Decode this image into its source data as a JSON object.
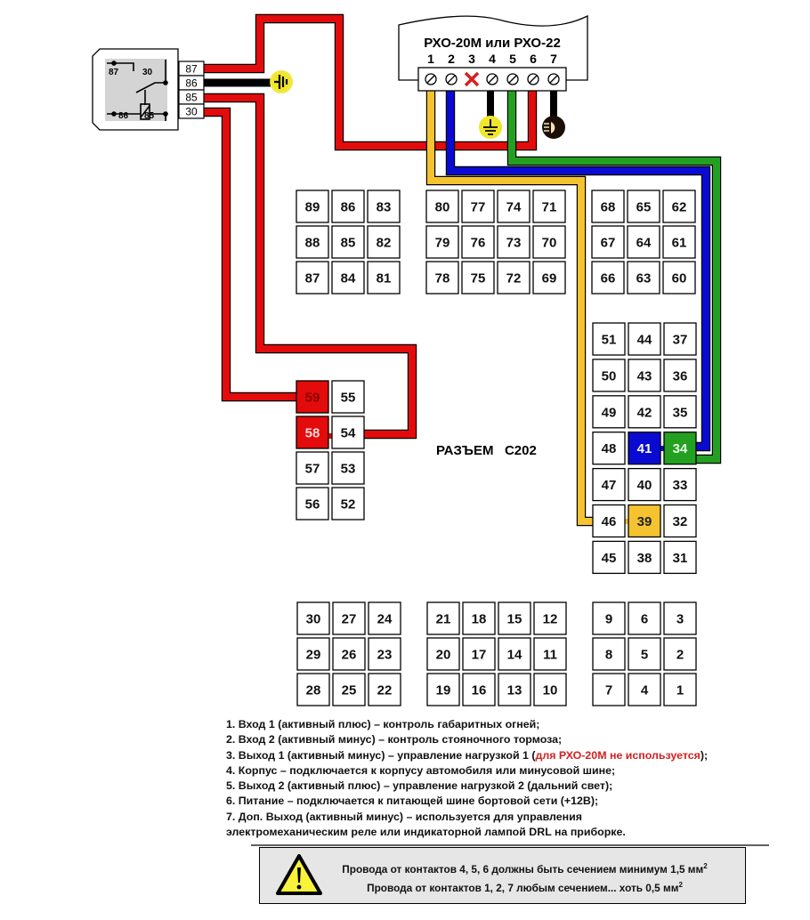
{
  "colors": {
    "wire_red": "#e30b0b",
    "wire_black": "#000000",
    "wire_yellow": "#f5c330",
    "wire_blue": "#0a0ad2",
    "wire_green": "#24a020",
    "ground_badge": "#f0e62a",
    "relay_inner": "#d4d4d4",
    "warning_bg": "#e6e6e6",
    "warning_triangle": "#f7f23a",
    "note_red": "#d42020"
  },
  "module": {
    "title": "РХО-20М или РХО-22",
    "terminals": [
      {
        "number": "1",
        "wire": "yellow",
        "state": "screw"
      },
      {
        "number": "2",
        "wire": "blue",
        "state": "screw"
      },
      {
        "number": "3",
        "wire": "none",
        "state": "crossed-out"
      },
      {
        "number": "4",
        "wire": "black",
        "state": "screw",
        "to": "ground-icon"
      },
      {
        "number": "5",
        "wire": "green",
        "state": "screw"
      },
      {
        "number": "6",
        "wire": "red",
        "state": "screw"
      },
      {
        "number": "7",
        "wire": "black",
        "state": "screw",
        "to": "drl-lamp-icon"
      }
    ]
  },
  "relay": {
    "inner_labels": [
      "87",
      "30",
      "86",
      "85"
    ],
    "pins": [
      "87",
      "86",
      "85",
      "30"
    ],
    "ground_on_pin": "86"
  },
  "connector": {
    "title": "РАЗЪЕМ   С202",
    "blocks": [
      {
        "id": "block-top-left",
        "rows": [
          [
            "89",
            "86",
            "83"
          ],
          [
            "88",
            "85",
            "82"
          ],
          [
            "87",
            "84",
            "81"
          ]
        ]
      },
      {
        "id": "block-top-mid",
        "rows": [
          [
            "80",
            "77",
            "74",
            "71"
          ],
          [
            "79",
            "76",
            "73",
            "70"
          ],
          [
            "78",
            "75",
            "72",
            "69"
          ]
        ]
      },
      {
        "id": "block-top-right",
        "rows": [
          [
            "68",
            "65",
            "62"
          ],
          [
            "67",
            "64",
            "61"
          ],
          [
            "66",
            "63",
            "60"
          ]
        ]
      },
      {
        "id": "block-mid-left",
        "rows": [
          [
            "59",
            "55"
          ],
          [
            "58",
            "54"
          ],
          [
            "57",
            "53"
          ],
          [
            "56",
            "52"
          ]
        ]
      },
      {
        "id": "block-mid-right",
        "rows": [
          [
            "51",
            "44",
            "37"
          ],
          [
            "50",
            "43",
            "36"
          ],
          [
            "49",
            "42",
            "35"
          ],
          [
            "48",
            "41",
            "34"
          ],
          [
            "47",
            "40",
            "33"
          ],
          [
            "46",
            "39",
            "32"
          ],
          [
            "45",
            "38",
            "31"
          ]
        ]
      },
      {
        "id": "block-bot-left",
        "rows": [
          [
            "30",
            "27",
            "24"
          ],
          [
            "29",
            "26",
            "23"
          ],
          [
            "28",
            "25",
            "22"
          ]
        ]
      },
      {
        "id": "block-bot-mid",
        "rows": [
          [
            "21",
            "18",
            "15",
            "12"
          ],
          [
            "20",
            "17",
            "14",
            "11"
          ],
          [
            "19",
            "16",
            "13",
            "10"
          ]
        ]
      },
      {
        "id": "block-bot-right",
        "rows": [
          [
            "9",
            "6",
            "3"
          ],
          [
            "8",
            "5",
            "2"
          ],
          [
            "7",
            "4",
            "1"
          ]
        ]
      }
    ],
    "highlighted": {
      "59": {
        "fill": "#e30b0b",
        "text": "#8a0000"
      },
      "58": {
        "fill": "#e30b0b",
        "text": "#ffd8d8"
      },
      "41": {
        "fill": "#0a0ad2",
        "text": "#ffffff"
      },
      "34": {
        "fill": "#24a020",
        "text": "#e8ffe8"
      },
      "39": {
        "fill": "#f5c330",
        "text": "#222222"
      }
    }
  },
  "legend": {
    "items": [
      {
        "text": "1. Вход 1 (активный плюс) – контроль габаритных огней;"
      },
      {
        "text": "2. Вход 2 (активный минус) – контроль стояночного тормоза;"
      },
      {
        "text": "3. Выход 1 (активный минус) – управление нагрузкой 1 (",
        "note": "для РХО-20М не используется",
        "tail": ");"
      },
      {
        "text": "4. Корпус – подключается к корпусу автомобиля или минусовой шине;"
      },
      {
        "text": "5. Выход 2 (активный плюс) – управление нагрузкой 2 (дальний свет);"
      },
      {
        "text": "6. Питание – подключается к питающей шине бортовой сети (+12В);"
      },
      {
        "text": "7. Доп. Выход (активный минус) – используется для управления"
      },
      {
        "text": "электромеханическим реле или индикаторной лампой DRL на приборке."
      }
    ]
  },
  "warning": {
    "icon": "warning-triangle-icon",
    "line1": "Провода от контактов 4, 5, 6 должны быть сечением минимум 1,5 мм",
    "line1_sup": "2",
    "line2": "Провода от контактов 1, 2, 7 любым сечением... хоть 0,5 мм",
    "line2_sup": "2"
  }
}
